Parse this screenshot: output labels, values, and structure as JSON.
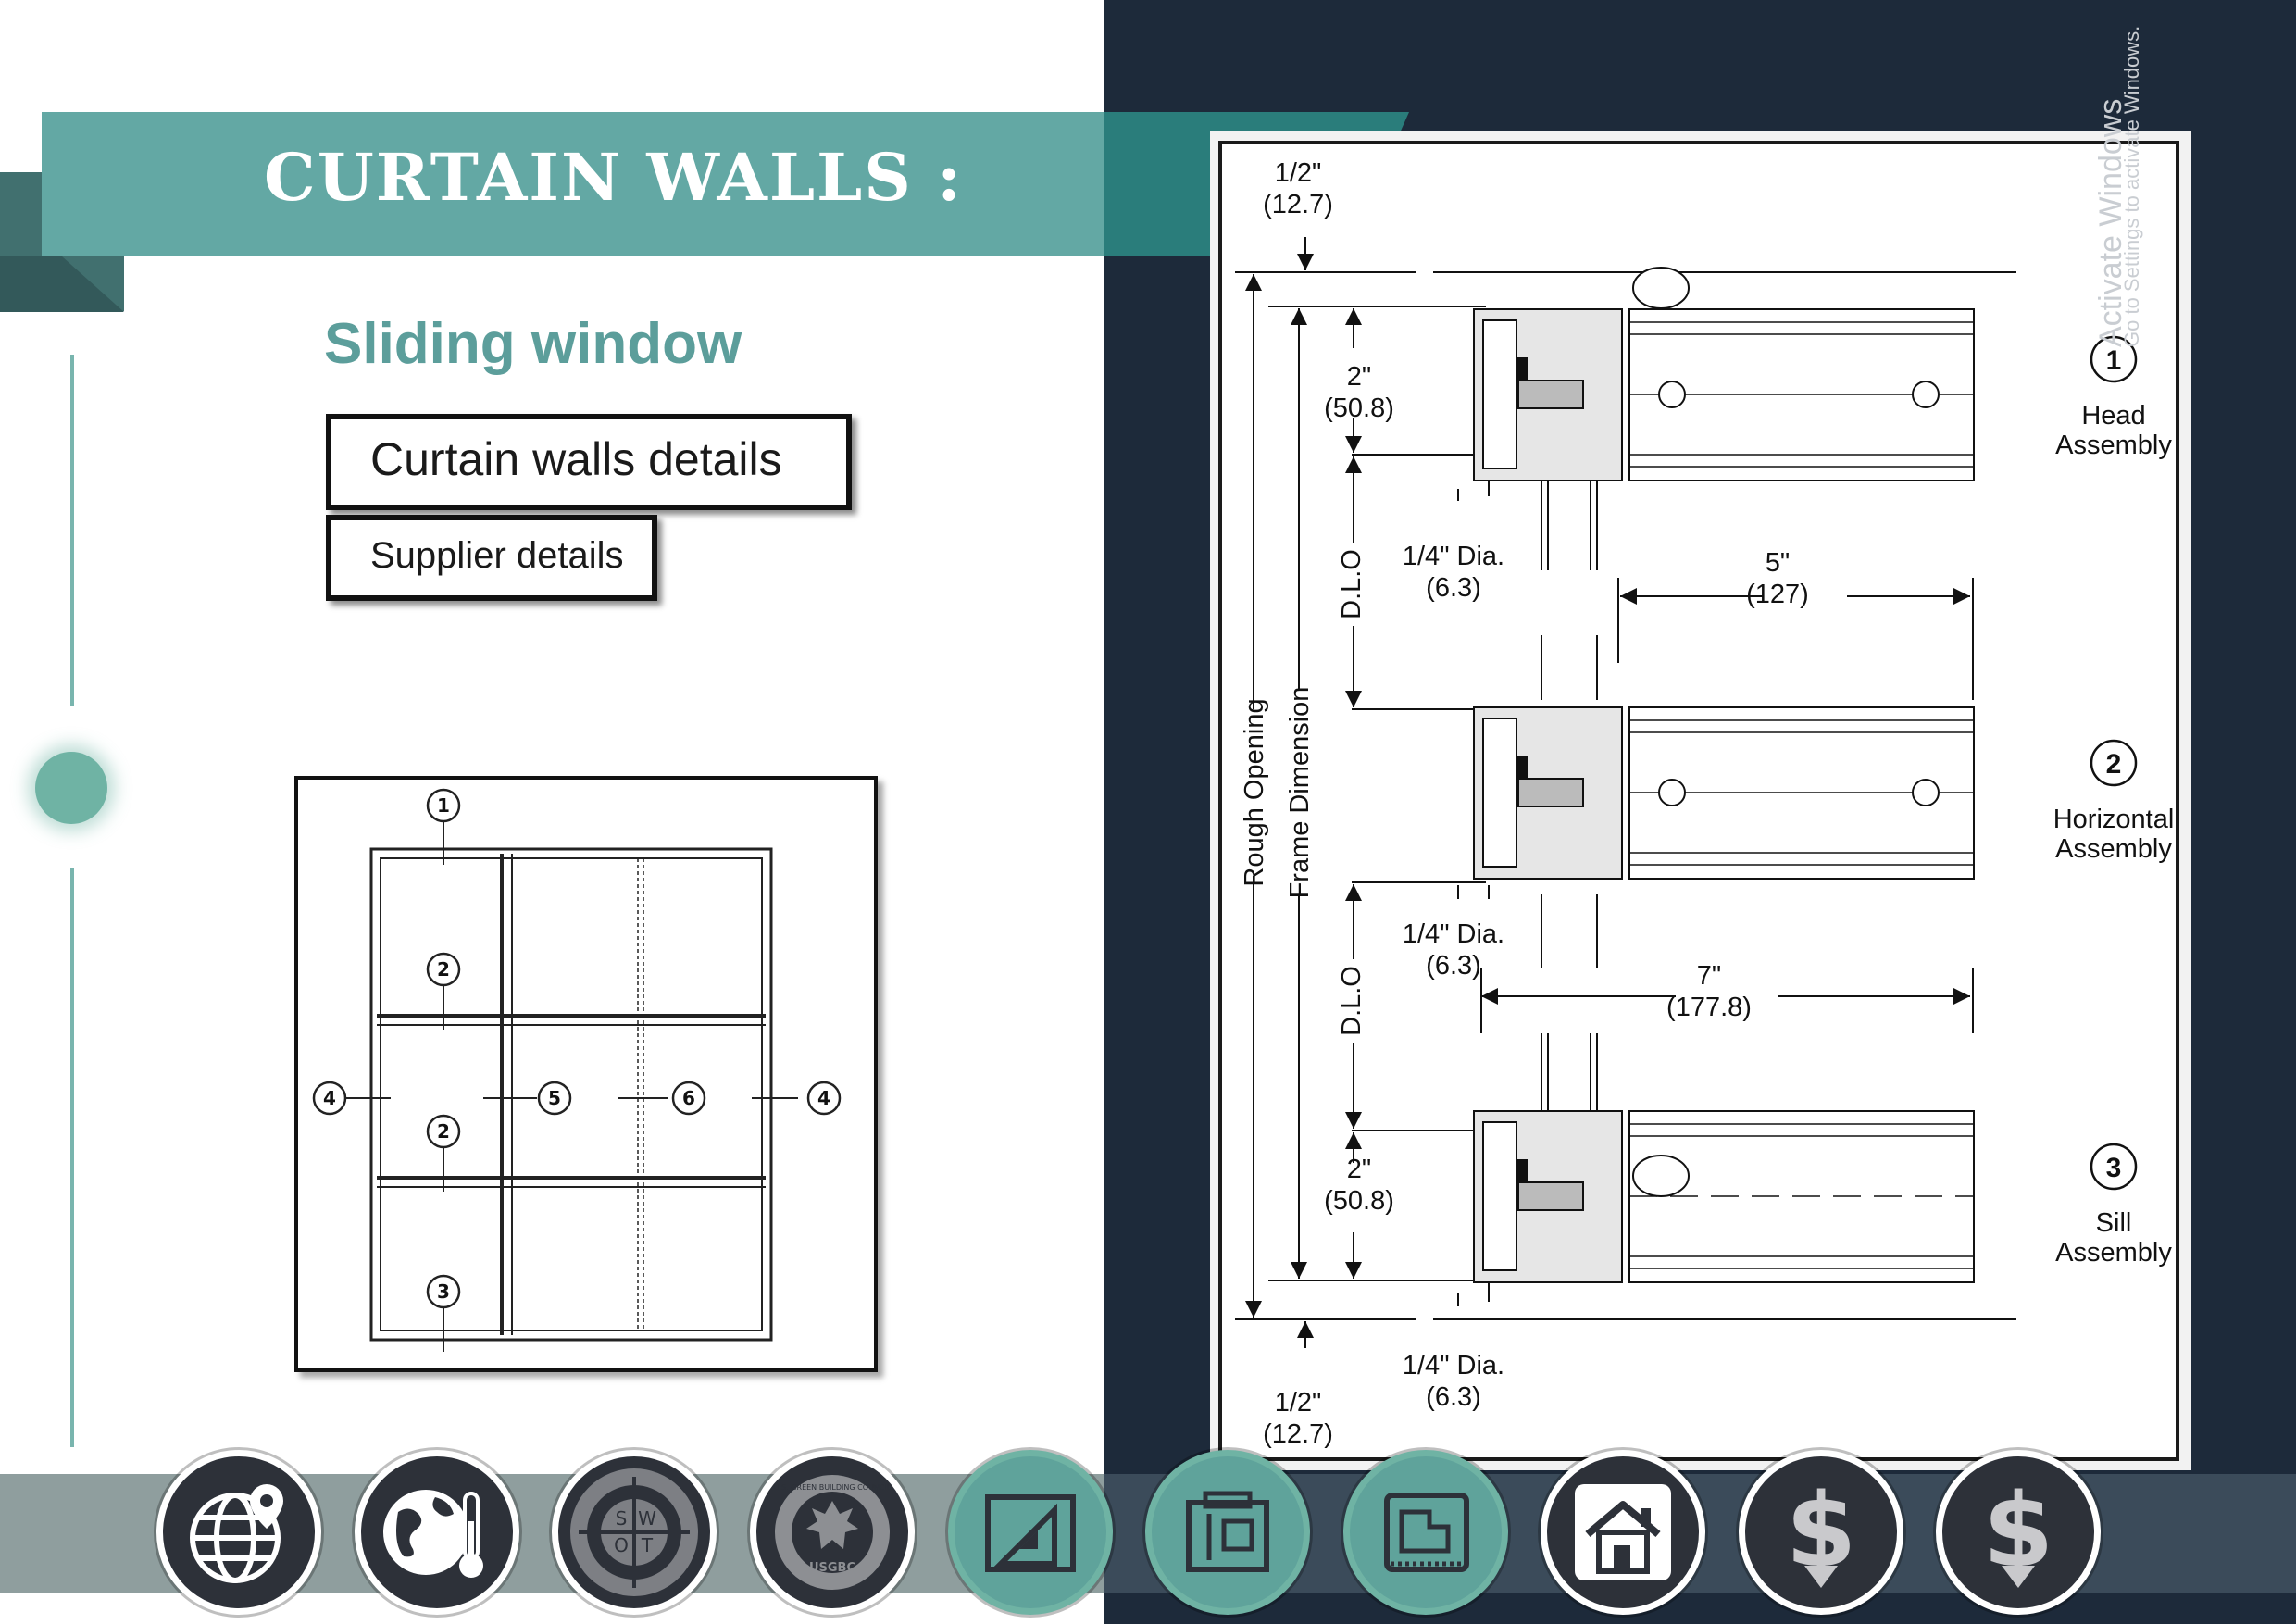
{
  "slide": {
    "title": "CURTAIN WALLS :",
    "subtitle": "Sliding window",
    "buttons": {
      "curtain_walls_details": "Curtain walls details",
      "supplier_details": "Supplier details"
    }
  },
  "elevation": {
    "callouts": [
      "1",
      "2",
      "2",
      "3",
      "4",
      "5",
      "6",
      "4"
    ]
  },
  "section": {
    "dimensions": {
      "top_half_in": "1/2\"",
      "top_half_mm": "(12.7)",
      "head_two_in": "2\"",
      "head_two_mm": "(50.8)",
      "dia_label": "1/4\" Dia.",
      "dia_mm": "(6.3)",
      "five_in": "5\"",
      "five_mm": "(127)",
      "seven_in": "7\"",
      "seven_mm": "(177.8)",
      "sill_two_in": "2\"",
      "sill_two_mm": "(50.8)",
      "bottom_half_in": "1/2\"",
      "bottom_half_mm": "(12.7)",
      "dlo": "D.L.O",
      "rough_opening": "Rough Opening",
      "frame_dimension": "Frame Dimension"
    },
    "assemblies": [
      {
        "number": "1",
        "line1": "Head",
        "line2": "Assembly"
      },
      {
        "number": "2",
        "line1": "Horizontal",
        "line2": "Assembly"
      },
      {
        "number": "3",
        "line1": "Sill",
        "line2": "Assembly"
      }
    ]
  },
  "watermark": {
    "line1": "Activate Windows",
    "line2": "Go to Settings to activate Windows."
  },
  "nav_icons": [
    {
      "name": "globe-location-icon",
      "style": "dark"
    },
    {
      "name": "earth-thermometer-icon",
      "style": "dark"
    },
    {
      "name": "swot-icon",
      "style": "dark",
      "letters": [
        "S",
        "W",
        "O",
        "T"
      ]
    },
    {
      "name": "usgbc-icon",
      "style": "dark",
      "text": "USGBC",
      "ring_text": "U.S. GREEN BUILDING COUNCIL"
    },
    {
      "name": "blueprint-ruler-icon",
      "style": "teal"
    },
    {
      "name": "floor-plan-icon",
      "style": "teal"
    },
    {
      "name": "blueprint-icon",
      "style": "teal"
    },
    {
      "name": "house-icon",
      "style": "dark"
    },
    {
      "name": "dollar-down-icon",
      "style": "dark"
    },
    {
      "name": "dollar-down-icon",
      "style": "dark"
    }
  ],
  "colors": {
    "teal": "#63a8a4",
    "dark_teal": "#2a7d7b",
    "navy": "#1d2a3a",
    "subtitle": "#5c9e9b"
  }
}
